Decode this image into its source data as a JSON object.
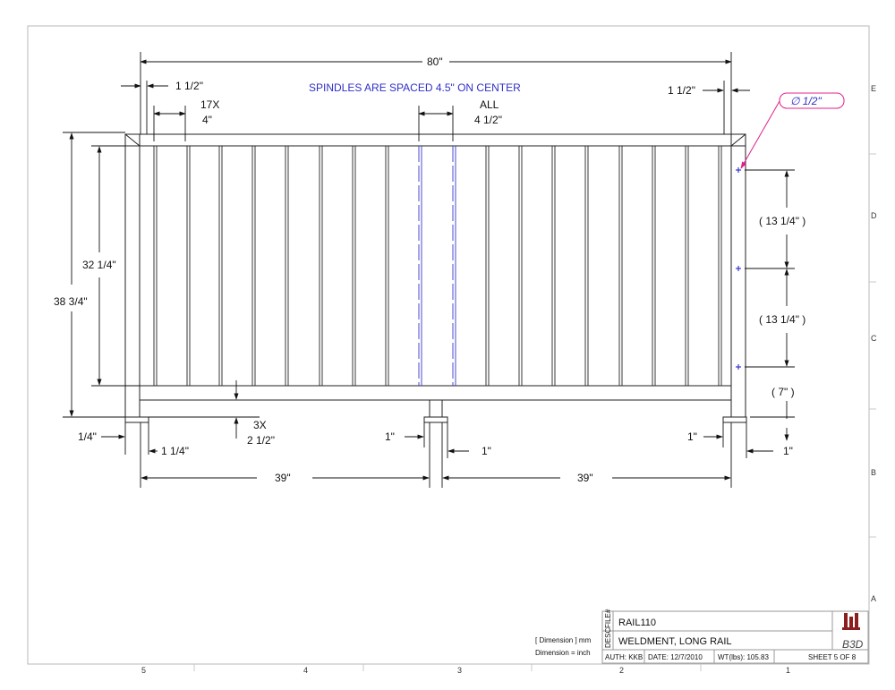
{
  "drawing": {
    "note": "SPINDLES ARE SPACED 4.5\" ON CENTER",
    "dims": {
      "overall_width": "80\"",
      "left_end_gap": "1 1/2\"",
      "right_end_gap": "1 1/2\"",
      "spindle_count": "17X",
      "spindle_spacing": "4\"",
      "all_label": "ALL",
      "all_value": "4 1/2\"",
      "hole_dia": "∅ 1/2\"",
      "upper_hole_spacing": "( 13 1/4\" )",
      "lower_hole_spacing": "( 13 1/4\" )",
      "bottom_hole_offset": "( 7\" )",
      "inner_height": "32 1/4\"",
      "overall_height": "38 3/4\"",
      "foot_count": "3X",
      "foot_height": "2 1/2\"",
      "left_foot_thickness": "1/4\"",
      "left_foot_width": "1 1/4\"",
      "center_foot_left": "1\"",
      "center_foot_right": "1\"",
      "right_foot_left": "1\"",
      "right_foot_right": "1\"",
      "left_span": "39\"",
      "right_span": "39\""
    }
  },
  "zones": {
    "rows": [
      "E",
      "D",
      "C",
      "B",
      "A"
    ],
    "cols": [
      "5",
      "4",
      "3",
      "2",
      "1"
    ]
  },
  "units_note": {
    "line1": "[ Dimension ] mm",
    "line2": "Dimension = inch"
  },
  "title_block": {
    "file_tag": "FILE#",
    "desc_tag": "DESC",
    "file": "RAIL110",
    "desc": "WELDMENT, LONG RAIL",
    "auth": "AUTH: KKB",
    "date": "DATE: 12/7/2010",
    "weight": "WT(lbs): 105.83",
    "sheet": "SHEET 5 OF 8",
    "logo_text": "B3D"
  }
}
